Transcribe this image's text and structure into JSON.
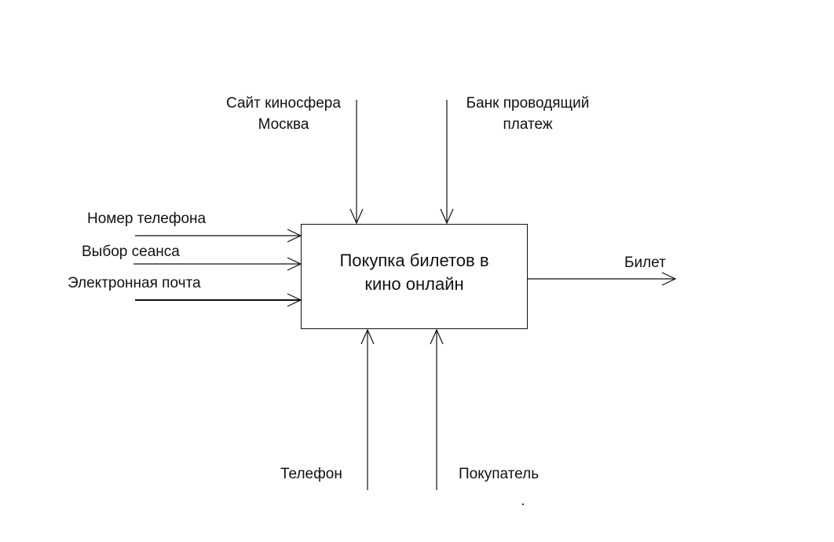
{
  "process": {
    "title": "Покупка билетов в кино онлайн"
  },
  "controls": [
    {
      "label": "Сайт киносфера Москва"
    },
    {
      "label": "Банк проводящий платеж"
    }
  ],
  "inputs": [
    {
      "label": "Номер телефона"
    },
    {
      "label": "Выбор сеанса"
    },
    {
      "label": "Электронная почта"
    }
  ],
  "outputs": [
    {
      "label": "Билет"
    }
  ],
  "mechanisms": [
    {
      "label": "Телефон"
    },
    {
      "label": "Покупатель"
    }
  ],
  "colors": {
    "line": "#111111",
    "background": "#ffffff"
  }
}
